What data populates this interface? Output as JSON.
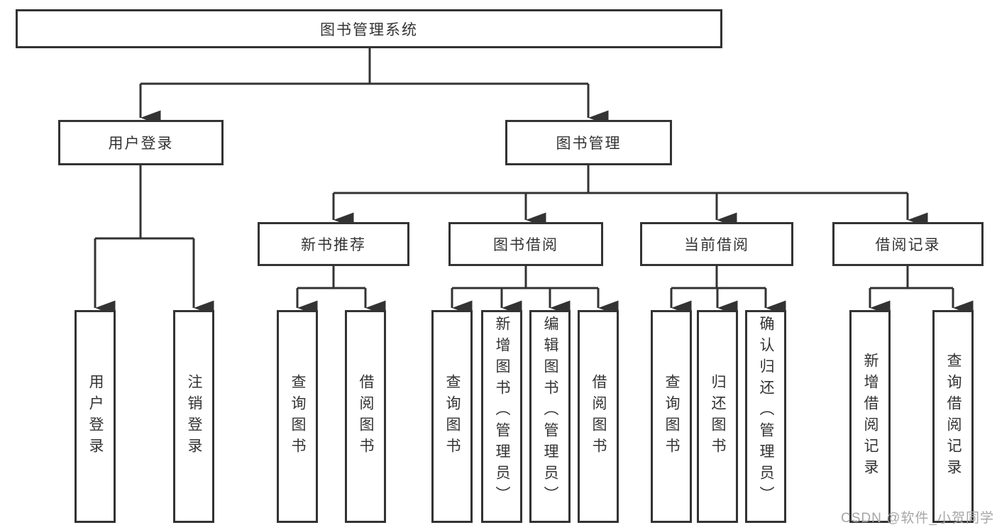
{
  "tree": {
    "root": {
      "label": "图书管理系统"
    },
    "branches": [
      {
        "label": "用户登录",
        "children": [
          {
            "label": "用户登录"
          },
          {
            "label": "注销登录"
          }
        ]
      },
      {
        "label": "图书管理",
        "children": [
          {
            "label": "新书推荐",
            "children": [
              {
                "label": "查询图书"
              },
              {
                "label": "借阅图书"
              }
            ]
          },
          {
            "label": "图书借阅",
            "children": [
              {
                "label": "查询图书"
              },
              {
                "label": "新增图书（管理员）"
              },
              {
                "label": "编辑图书（管理员）"
              },
              {
                "label": "借阅图书"
              }
            ]
          },
          {
            "label": "当前借阅",
            "children": [
              {
                "label": "查询图书"
              },
              {
                "label": "归还图书"
              },
              {
                "label": "确认归还（管理员）"
              }
            ]
          },
          {
            "label": "借阅记录",
            "children": [
              {
                "label": "新增借阅记录"
              },
              {
                "label": "查询借阅记录"
              }
            ]
          }
        ]
      }
    ]
  },
  "watermark": "CSDN @软件_小贺同学",
  "colors": {
    "line": "#333333",
    "text": "#333333",
    "watermark": "#a6a6a6",
    "background": "#ffffff"
  }
}
